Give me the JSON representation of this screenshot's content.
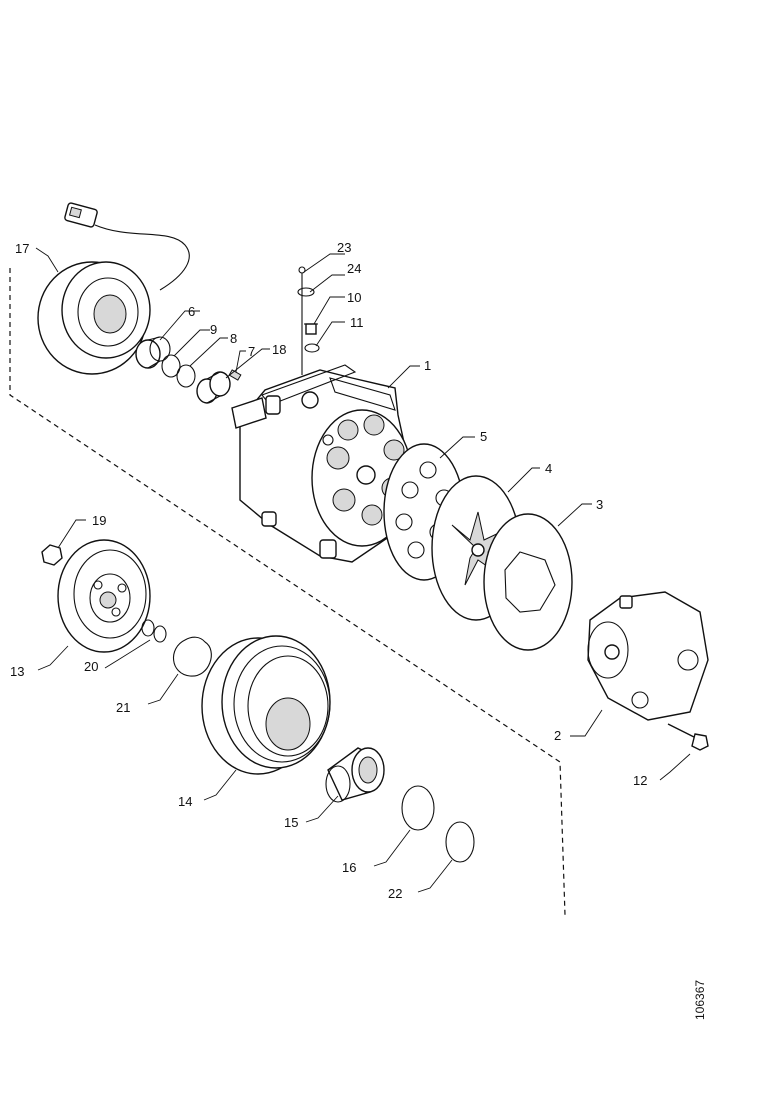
{
  "reference_code": "106367",
  "callouts": [
    {
      "id": "c1",
      "text": "1"
    },
    {
      "id": "c2",
      "text": "2"
    },
    {
      "id": "c3",
      "text": "3"
    },
    {
      "id": "c4",
      "text": "4"
    },
    {
      "id": "c5",
      "text": "5"
    },
    {
      "id": "c6",
      "text": "6"
    },
    {
      "id": "c7",
      "text": "7"
    },
    {
      "id": "c8",
      "text": "8"
    },
    {
      "id": "c9",
      "text": "9"
    },
    {
      "id": "c10",
      "text": "10"
    },
    {
      "id": "c11",
      "text": "11"
    },
    {
      "id": "c12",
      "text": "12"
    },
    {
      "id": "c13",
      "text": "13"
    },
    {
      "id": "c14",
      "text": "14"
    },
    {
      "id": "c15",
      "text": "15"
    },
    {
      "id": "c16",
      "text": "16"
    },
    {
      "id": "c17",
      "text": "17"
    },
    {
      "id": "c18",
      "text": "18"
    },
    {
      "id": "c19",
      "text": "19"
    },
    {
      "id": "c20",
      "text": "20"
    },
    {
      "id": "c21",
      "text": "21"
    },
    {
      "id": "c22",
      "text": "22"
    },
    {
      "id": "c23",
      "text": "23"
    },
    {
      "id": "c24",
      "text": "24"
    }
  ]
}
